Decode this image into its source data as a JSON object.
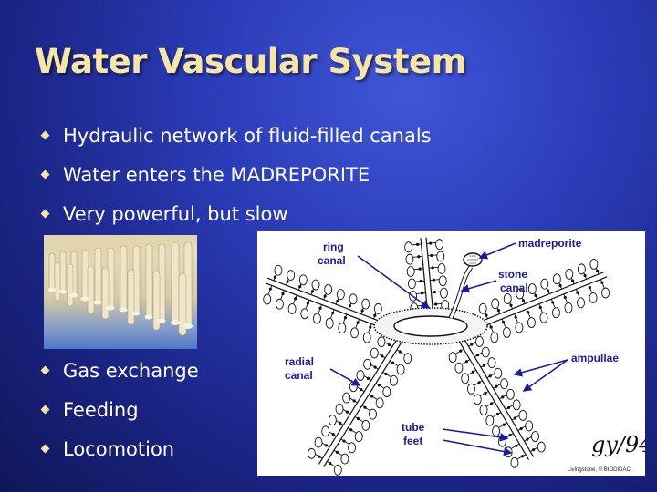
{
  "slide": {
    "title": "Water Vascular System",
    "bullets_top": [
      "Hydraulic network of fluid-filled canals",
      "Water enters the MADREPORITE",
      "Very powerful, but slow"
    ],
    "bullets_bottom": [
      "Gas exchange",
      "Feeding",
      "Locomotion"
    ]
  },
  "diagram": {
    "labels": {
      "ring_1": "ring",
      "ring_2": "canal",
      "madreporite": "madreporite",
      "stone_1": "stone",
      "stone_2": "canal",
      "radial_1": "radial",
      "radial_2": "canal",
      "ampullae": "ampullae",
      "tube_1": "tube",
      "tube_2": "feet"
    },
    "signature": "gy/94",
    "credit": "Livingstone, © BIODIDAC"
  },
  "colors": {
    "title": "#f7e5a6",
    "bullet_text": "#ffffff",
    "label": "#1a1aa8"
  },
  "icons": {
    "bullet": "diamond-bullet-icon"
  }
}
